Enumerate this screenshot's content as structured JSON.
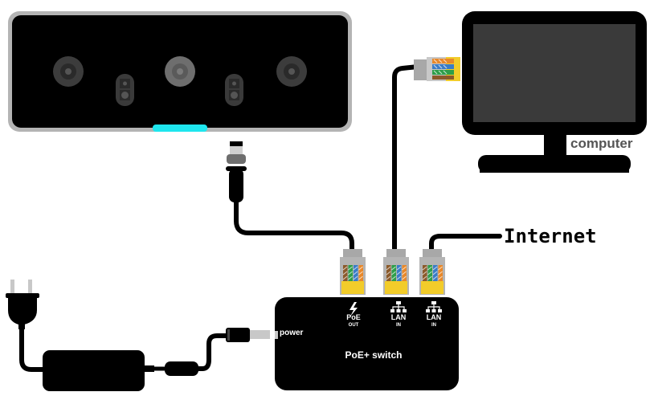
{
  "diagram": {
    "title": "PoE camera network connection",
    "labels": {
      "internet": "Internet",
      "computer": "computer",
      "power": "power",
      "switch": "PoE+ switch"
    },
    "switch_ports": [
      {
        "icon": "lightning-icon",
        "label": "PoE",
        "sub": "OUT"
      },
      {
        "icon": "network-icon",
        "label": "LAN",
        "sub": "IN"
      },
      {
        "icon": "network-icon",
        "label": "LAN",
        "sub": "IN"
      }
    ],
    "colors": {
      "device_body": "#000000",
      "camera_bezel": "#b4b4b4",
      "camera_led": "#1ee6ee",
      "screen": "#3a3a3a",
      "label_gray": "#555555",
      "connector_gray": "#b4b4b4",
      "connector_gold": "#f2cc2a",
      "wire_brown": "#8b5a2b",
      "wire_green": "#2e9e4a",
      "wire_blue": "#3a7cc7",
      "wire_orange": "#e8882a"
    }
  }
}
